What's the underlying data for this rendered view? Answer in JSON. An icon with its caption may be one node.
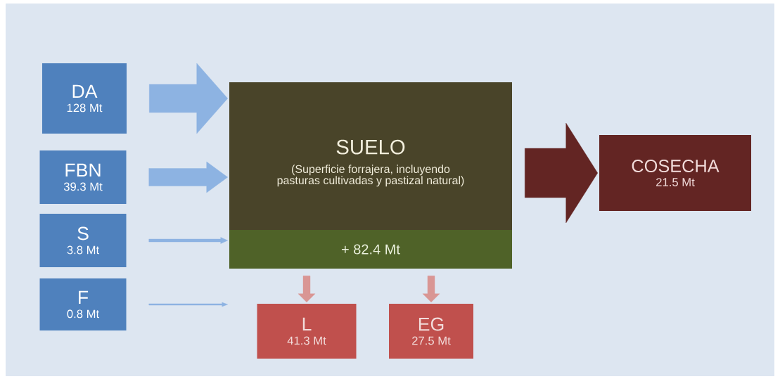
{
  "diagram": {
    "nodes": [
      {
        "text": [
          "DA",
          "128 Mt"
        ]
      },
      {
        "text": [
          "FBN",
          "39.3 Mt"
        ]
      },
      {
        "text": [
          "S",
          "3.8 Mt"
        ]
      },
      {
        "text": [
          "F",
          "0.8 Mt"
        ]
      },
      {
        "text": [
          "SUELO",
          "(Superficie forrajera, incluyendo pasturas cultivadas y pastizal natural)"
        ]
      },
      {
        "text": [
          "+ 82.4 Mt"
        ],
        "in": 4
      },
      {
        "text": [
          "COSECHA",
          "21.5 Mt"
        ]
      },
      {
        "text": [
          "L",
          "41.3 Mt"
        ]
      },
      {
        "text": [
          "EG",
          "27.5 Mt"
        ]
      }
    ],
    "edges": [
      {
        "from": 0,
        "to": 4,
        "arrow": "to",
        "style": "thick"
      },
      {
        "from": 1,
        "to": 4,
        "arrow": "to",
        "style": "thick"
      },
      {
        "from": 2,
        "to": 4,
        "arrow": "to"
      },
      {
        "from": 3,
        "to": 4,
        "arrow": "to"
      },
      {
        "from": 4,
        "to": 6,
        "arrow": "to",
        "style": "thick",
        "color": "#632523"
      },
      {
        "from": 5,
        "to": 7,
        "arrow": "to",
        "style": "thick",
        "color": "#d99694"
      },
      {
        "from": 5,
        "to": 8,
        "arrow": "to",
        "style": "thick",
        "color": "#d99694"
      }
    ]
  }
}
